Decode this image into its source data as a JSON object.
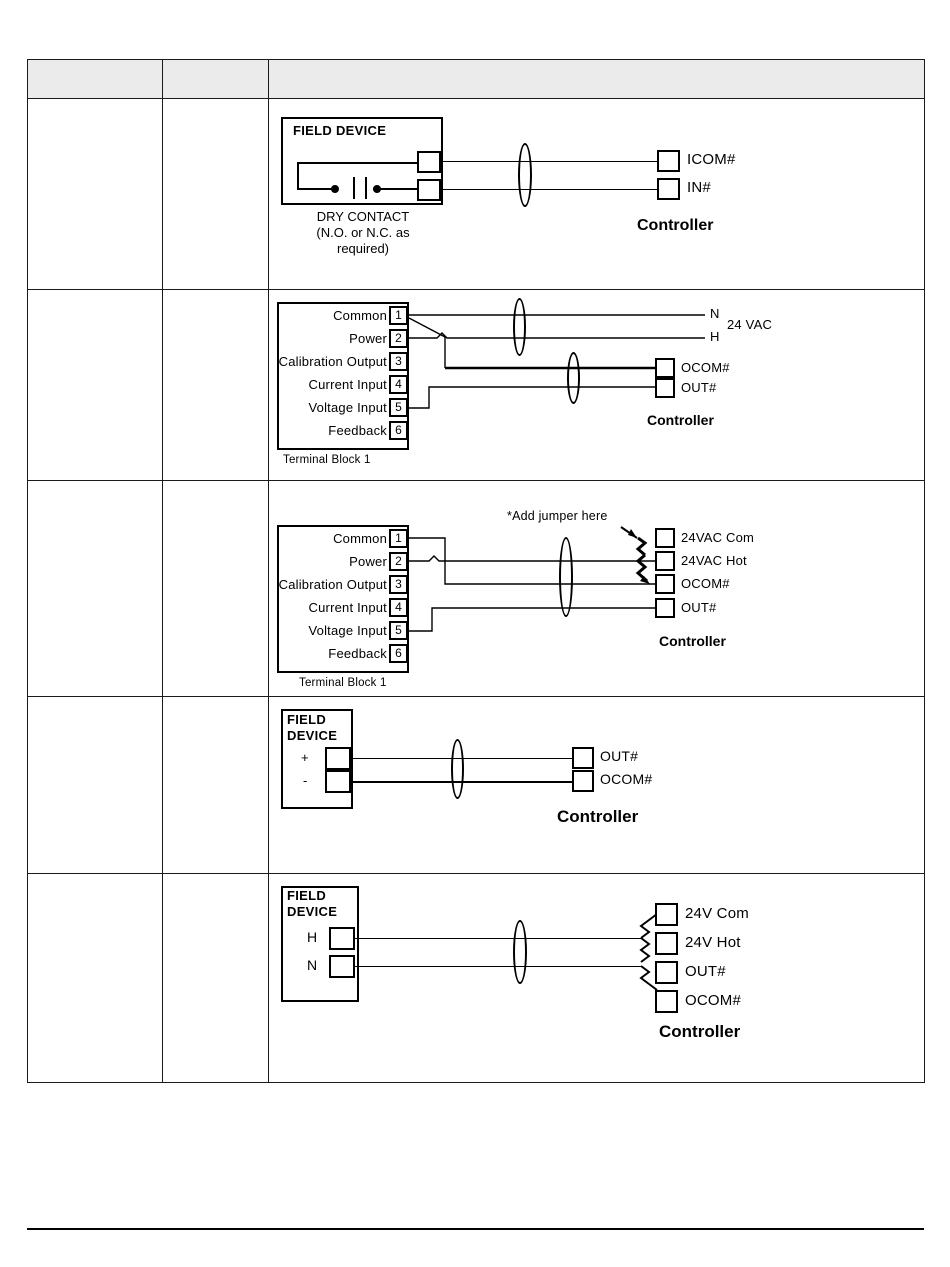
{
  "document": {
    "type": "wiring-diagram-table",
    "columns": 3,
    "header_cells": [
      "",
      "",
      ""
    ],
    "header_fill": "#ebebeb",
    "line_color": "#1a1a1a"
  },
  "rows": [
    {
      "id": "row-dry-contact",
      "col_a": "",
      "col_b": "",
      "diagram": {
        "name": "dry-contact-input",
        "device_title": "FIELD DEVICE",
        "caption_lines": [
          "DRY CONTACT",
          "(N.O. or N.C. as",
          "required)"
        ],
        "controller_label": "Controller",
        "controller_terminals": [
          "ICOM#",
          "IN#"
        ],
        "shield_marker": true
      }
    },
    {
      "id": "row-terminal-block-24vac",
      "col_a": "",
      "col_b": "",
      "diagram": {
        "name": "terminal-block-analog-output-24vac",
        "block_caption": "Terminal Block 1",
        "terminals": [
          {
            "label": "Common",
            "number": "1"
          },
          {
            "label": "Power",
            "number": "2"
          },
          {
            "label": "Calibration Output",
            "number": "3"
          },
          {
            "label": "Current Input",
            "number": "4"
          },
          {
            "label": "Voltage Input",
            "number": "5"
          },
          {
            "label": "Feedback",
            "number": "6"
          }
        ],
        "supply_labels": [
          "N",
          "H"
        ],
        "supply_name": "24 VAC",
        "controller_label": "Controller",
        "controller_terminals": [
          "OCOM#",
          "OUT#"
        ],
        "shield_marker": true
      }
    },
    {
      "id": "row-terminal-block-jumper",
      "col_a": "",
      "col_b": "",
      "diagram": {
        "name": "terminal-block-analog-output-jumper",
        "block_caption": "Terminal Block 1",
        "annotation": "*Add jumper here",
        "terminals": [
          {
            "label": "Common",
            "number": "1"
          },
          {
            "label": "Power",
            "number": "2"
          },
          {
            "label": "Calibration Output",
            "number": "3"
          },
          {
            "label": "Current Input",
            "number": "4"
          },
          {
            "label": "Voltage Input",
            "number": "5"
          },
          {
            "label": "Feedback",
            "number": "6"
          }
        ],
        "controller_label": "Controller",
        "controller_terminals": [
          "24VAC Com",
          "24VAC Hot",
          "OCOM#",
          "OUT#"
        ],
        "shield_marker": true
      }
    },
    {
      "id": "row-field-device-polarity",
      "col_a": "",
      "col_b": "",
      "diagram": {
        "name": "field-device-analog-output",
        "device_title_lines": [
          "FIELD",
          "DEVICE"
        ],
        "device_terminals": [
          "+",
          "-"
        ],
        "controller_label": "Controller",
        "controller_terminals": [
          "OUT#",
          "OCOM#"
        ],
        "shield_marker": true
      }
    },
    {
      "id": "row-field-device-hot-neutral",
      "col_a": "",
      "col_b": "",
      "diagram": {
        "name": "field-device-24v-triac",
        "device_title_lines": [
          "FIELD",
          "DEVICE"
        ],
        "device_terminals": [
          "H",
          "N"
        ],
        "controller_label": "Controller",
        "controller_terminals": [
          "24V Com",
          "24V Hot",
          "OUT#",
          "OCOM#"
        ],
        "shield_marker": true
      }
    }
  ]
}
